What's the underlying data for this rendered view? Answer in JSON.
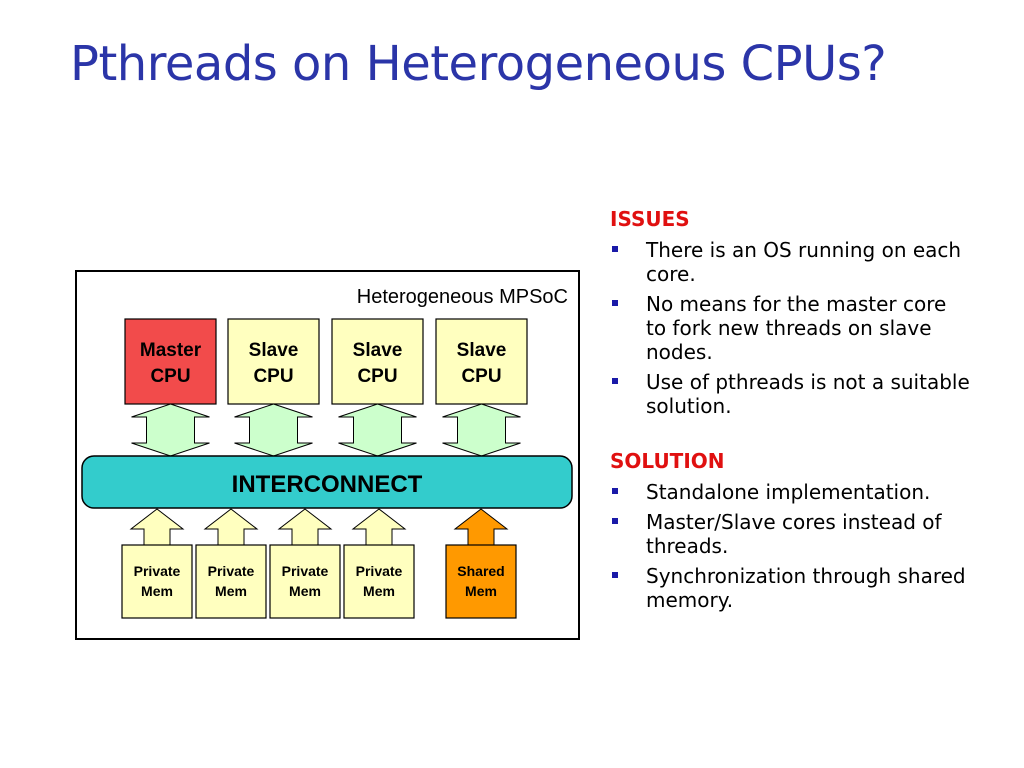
{
  "title": "Pthreads on Heterogeneous CPUs?",
  "diagram": {
    "container_label": "Heterogeneous MPSoC",
    "cpus": [
      {
        "line1": "Master",
        "line2": "CPU",
        "color": "#f24b4b"
      },
      {
        "line1": "Slave",
        "line2": "CPU",
        "color": "#ffffbf"
      },
      {
        "line1": "Slave",
        "line2": "CPU",
        "color": "#ffffbf"
      },
      {
        "line1": "Slave",
        "line2": "CPU",
        "color": "#ffffbf"
      }
    ],
    "interconnect": {
      "label": "INTERCONNECT",
      "color": "#33cccc"
    },
    "mems": [
      {
        "line1": "Private",
        "line2": "Mem",
        "color": "#ffffbf",
        "arrow_color": "#ffffbf"
      },
      {
        "line1": "Private",
        "line2": "Mem",
        "color": "#ffffbf",
        "arrow_color": "#ffffbf"
      },
      {
        "line1": "Private",
        "line2": "Mem",
        "color": "#ffffbf",
        "arrow_color": "#ffffbf"
      },
      {
        "line1": "Private",
        "line2": "Mem",
        "color": "#ffffbf",
        "arrow_color": "#ffffbf"
      },
      {
        "line1": "Shared",
        "line2": "Mem",
        "color": "#ff9900",
        "arrow_color": "#ff9900"
      }
    ],
    "cpu_arrow_color": "#ccffcc"
  },
  "issues": {
    "heading": "ISSUES",
    "items": [
      "There is an OS running on each core.",
      "No means for the master core to fork new threads on slave nodes.",
      "Use of pthreads is not a suitable solution."
    ]
  },
  "solution": {
    "heading": "SOLUTION",
    "items": [
      "Standalone implementation.",
      "Master/Slave cores instead of threads.",
      "Synchronization through shared memory."
    ]
  }
}
